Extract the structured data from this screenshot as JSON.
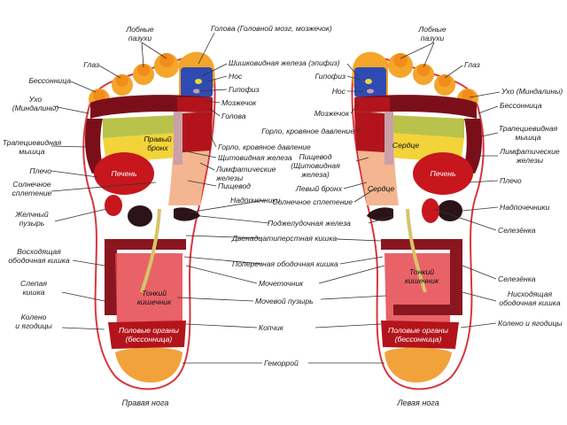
{
  "colors": {
    "outline": "#d9363e",
    "toes": "#f4a52a",
    "toe_tips": "#f28c1a",
    "head_blue": "#2f4bb3",
    "neck_red": "#b3141b",
    "maroon": "#7a0f1a",
    "yellow": "#f2d43a",
    "olive": "#b9c24a",
    "liver_red": "#c8161d",
    "peach": "#f4b691",
    "pink_grey": "#c9a0a8",
    "dark": "#2a1418",
    "colon": "#8a1620",
    "light_red": "#e4474d",
    "heel_orange": "#f2a23a"
  },
  "labels": {
    "frontal_sinuses_left": "Лобные\nпазухи",
    "eye_left": "Глаз",
    "insomnia_left": "Бессонница",
    "ear_left": "Ухо\n(Миндалины)",
    "trapezius_left": "Трапециевидная\nмышца",
    "shoulder_left": "Плечо",
    "solar_plexus_left": "Солнечное\nсплетение",
    "gallbladder": "Желчный\nпузырь",
    "ascending_colon": "Восходящая\nободочная кишка",
    "cecum": "Слепая\nкишка",
    "knee_left": "Колено\nи ягодицы",
    "head": "Голова (Головной мозг, мозжечок)",
    "pineal": "Шишковидная железа (эпифиз)",
    "nose_center_left": "Нос",
    "pituitary_center_left": "Гипофиз",
    "cerebellum_center_left": "Мозжечок",
    "head_center": "Голова",
    "throat_pressure_right": "Горло, кровяное давление",
    "thyroid_right": "Щитовидная железа",
    "lymph_right": "Лимфатические\nжелезы",
    "esophagus_right": "Пищевод",
    "adrenal_center": "Надпочечники",
    "pancreas": "Поджелудочная железа",
    "duodenum": "Двенадцатиперстная кишка",
    "transverse_colon": "Поперечная ободочная кишка",
    "ureter": "Мочеточник",
    "bladder": "Мочевой пузырь",
    "coccyx": "Копчик",
    "hemorrhoids": "Геморрой",
    "pituitary_center_right": "Гипофиз",
    "nose_center_right": "Нос",
    "cerebellum_center_right": "Мозжечок",
    "throat_pressure_left": "Горло, кровяное давление",
    "esophagus_thyroid_left": "Пищевод\n(Щитовидная\nжелеза)",
    "left_bronchus": "Левый бронх",
    "solar_plexus_center": "Солнечное сплетение",
    "frontal_sinuses_right": "Лобные\nпазухи",
    "eye_right": "Глаз",
    "ear_right": "Ухо (Миндалины)",
    "insomnia_right": "Бессонница",
    "trapezius_right": "Трапециевидная\nмышца",
    "lymph_left_side": "Лимфатические\nжелезы",
    "shoulder_right": "Плечо",
    "adrenal_right": "Надпочечники",
    "spleen_right_top": "Селезёнка",
    "spleen_right_bottom": "Селезёнка",
    "descending_colon": "Нисходящая\nободочная кишка",
    "knee_right": "Колено и ягодицы",
    "inner_right_bronchus": "Правый\nбронх",
    "inner_liver_r": "Печень",
    "inner_small_intestine_r": "Тонкий\nкишечник",
    "inner_genitals_r": "Половые органы\n(бессонница)",
    "inner_heart": "Сердце",
    "inner_liver_l": "Печень",
    "inner_heart_2": "Сердце",
    "inner_small_intestine_l": "Тонкий\nкишечник",
    "inner_genitals_l": "Половые органы\n(бессонница)",
    "caption_right_foot": "Правая нога",
    "caption_left_foot": "Левая нога"
  }
}
